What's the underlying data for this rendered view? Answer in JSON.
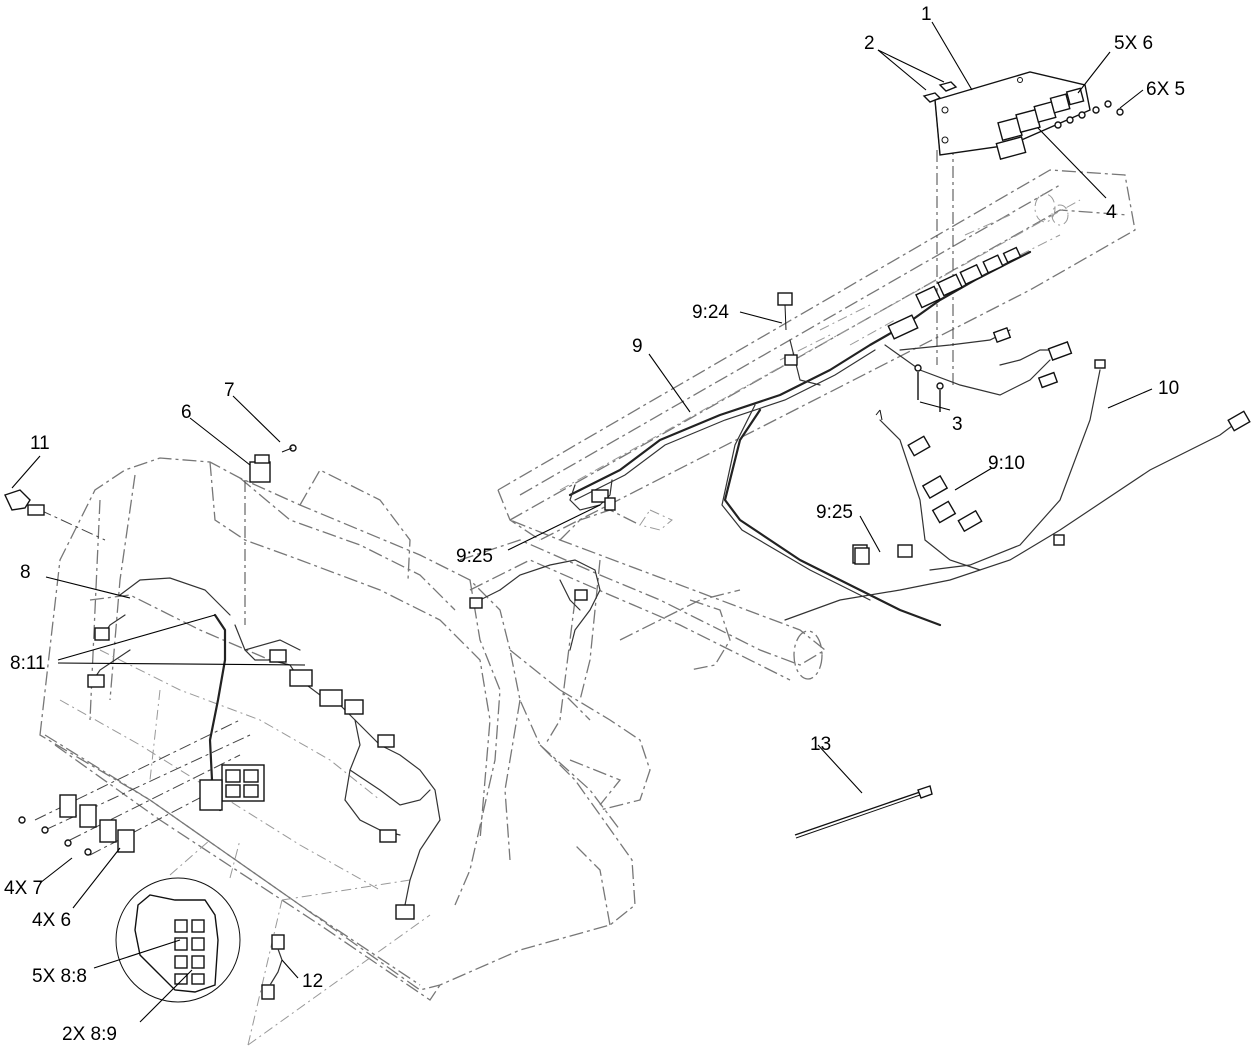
{
  "diagram": {
    "callouts": {
      "c1": "1",
      "c2": "2",
      "c5x6": "5X 6",
      "c6x5": "6X 5",
      "c4": "4",
      "c924": "9:24",
      "c9": "9",
      "c3": "3",
      "c10": "10",
      "c910": "9:10",
      "c925a": "9:25",
      "c925b": "9:25",
      "c7": "7",
      "c6": "6",
      "c11": "11",
      "c8": "8",
      "c811": "8:11",
      "c13": "13",
      "c4x7": "4X 7",
      "c4x6": "4X 6",
      "c12": "12",
      "c5x88": "5X 8:8",
      "c2x89": "2X 8:9"
    }
  }
}
